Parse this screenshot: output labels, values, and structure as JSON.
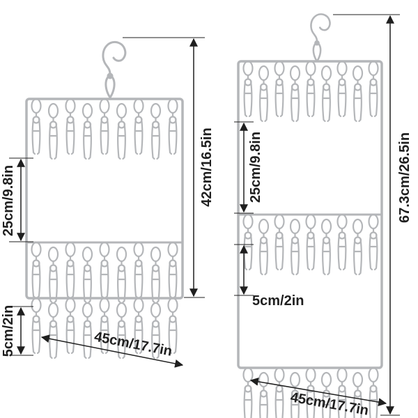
{
  "labels": {
    "left": {
      "row_gap": "25cm/9.8in",
      "clip_length": "5cm/2in",
      "height": "42cm/16.5in",
      "width": "45cm/17.7in"
    },
    "right": {
      "row_gap": "25cm/9.8in",
      "clip_length": "5cm/2in",
      "height": "67.3cm/26.5in",
      "width": "45cm/17.7in"
    }
  },
  "colors": {
    "line_art": "#b4b6b9",
    "dimension": "#1f1f1f",
    "background": "#ffffff"
  }
}
